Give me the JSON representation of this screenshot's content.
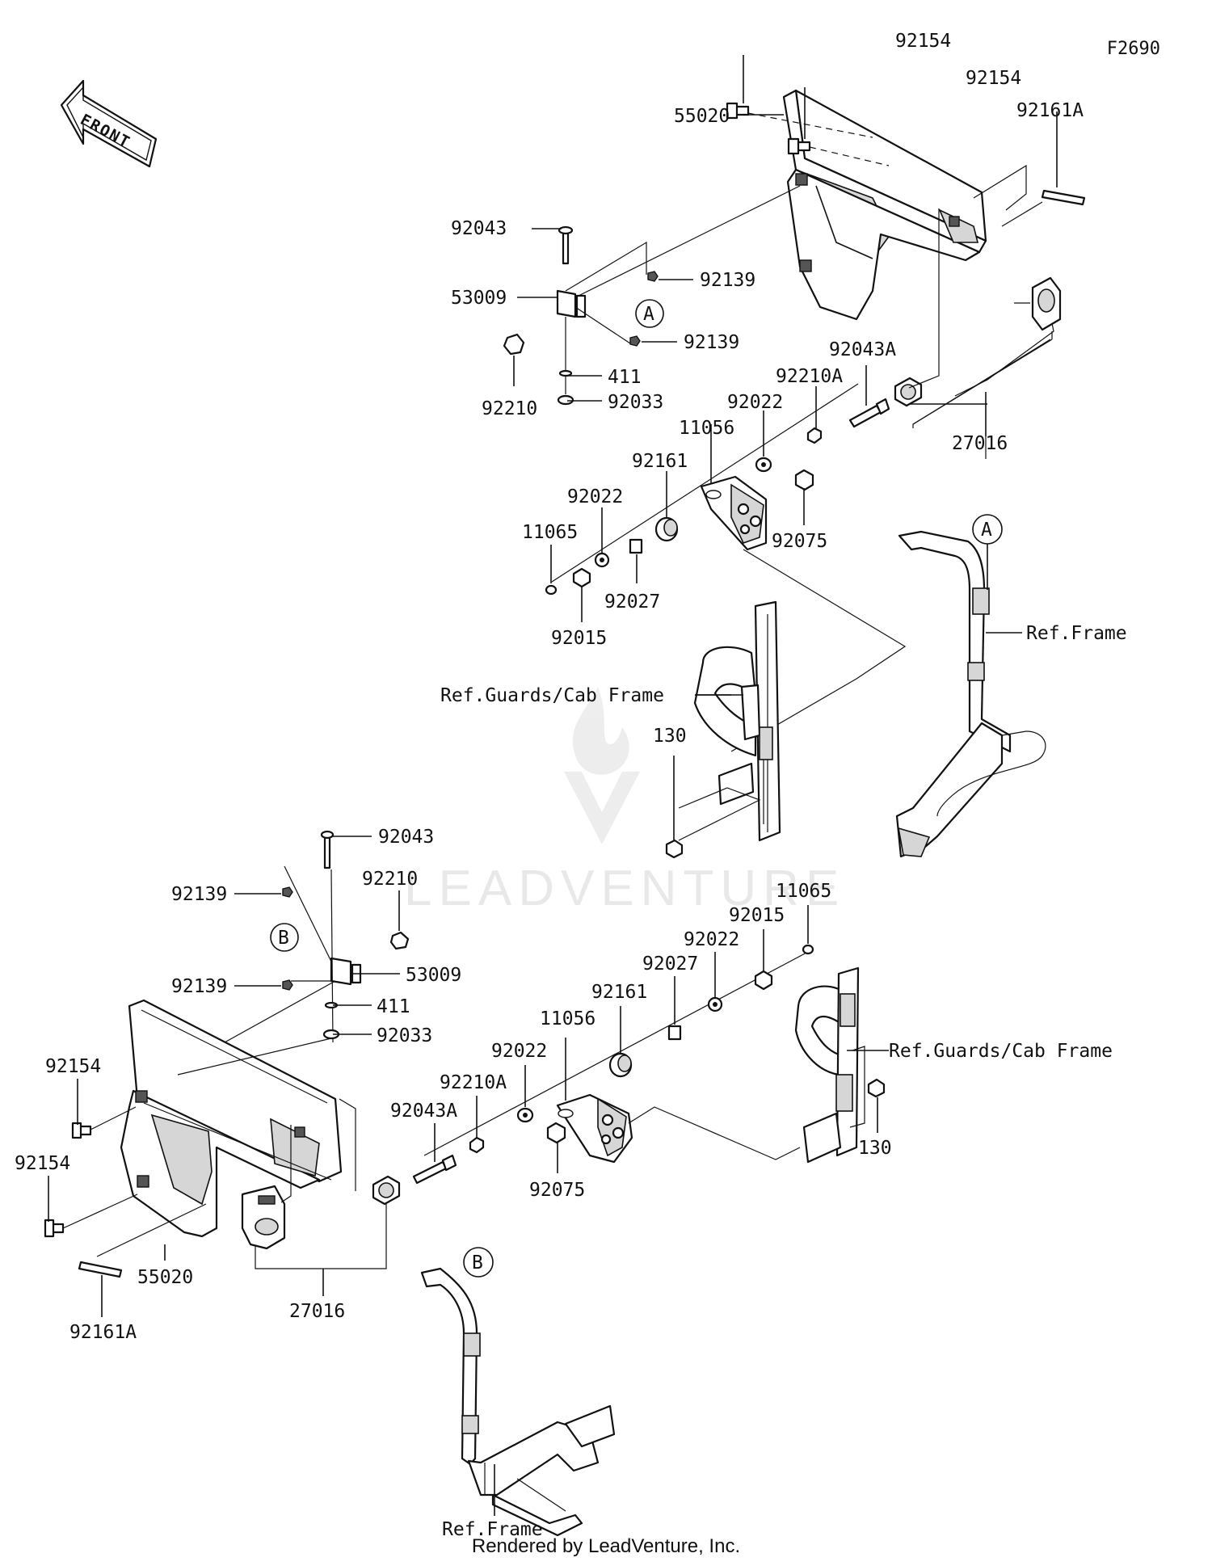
{
  "diagram_code": "F2690",
  "front_label": "FRONT",
  "footer": "Rendered by LeadVenture, Inc.",
  "watermark": "LEADVENTURE",
  "callouts_top": {
    "a": "92154",
    "b": "92154",
    "c": "92161A",
    "d": "55020",
    "e": "92043",
    "f": "53009",
    "g": "92139",
    "h": "92139",
    "i": "92210",
    "j": "411",
    "k": "92033",
    "l": "92043A",
    "m": "92210A",
    "n": "92022",
    "o": "11056",
    "p": "92161",
    "q": "92022",
    "r": "11065",
    "s": "92027",
    "t": "92015",
    "u": "92075",
    "v": "27016",
    "w": "130",
    "ref_frame": "Ref.Frame",
    "ref_guards": "Ref.Guards/Cab Frame",
    "marker": "A"
  },
  "callouts_bottom": {
    "a": "92043",
    "b": "92210",
    "c": "92139",
    "d": "53009",
    "e": "92139",
    "f": "411",
    "g": "92033",
    "h": "11065",
    "i": "92015",
    "j": "92022",
    "k": "92027",
    "l": "92161",
    "m": "11056",
    "n": "92022",
    "o": "92210A",
    "p": "92043A",
    "q": "92075",
    "r": "92154",
    "s": "92154",
    "t": "55020",
    "u": "92161A",
    "v": "27016",
    "w": "130",
    "ref_frame": "Ref.Frame",
    "ref_guards": "Ref.Guards/Cab Frame",
    "marker": "B"
  }
}
